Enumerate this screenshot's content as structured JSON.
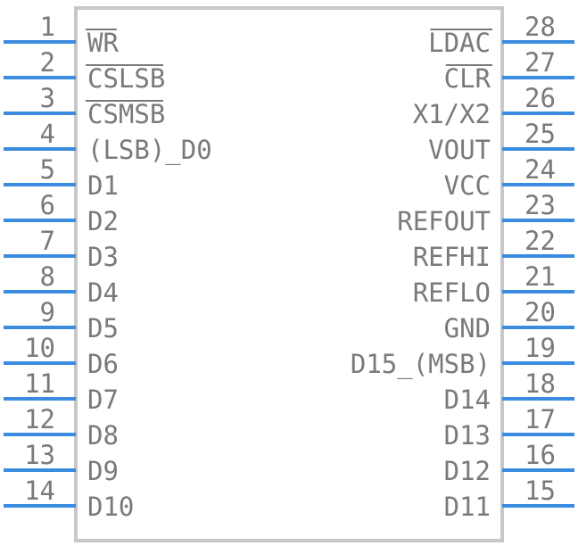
{
  "component": {
    "left_pins": [
      {
        "number": "1",
        "label": "WR",
        "active_low": true
      },
      {
        "number": "2",
        "label": "CSLSB",
        "active_low": true
      },
      {
        "number": "3",
        "label": "CSMSB",
        "active_low": true
      },
      {
        "number": "4",
        "label": "(LSB)_D0",
        "active_low": false
      },
      {
        "number": "5",
        "label": "D1",
        "active_low": false
      },
      {
        "number": "6",
        "label": "D2",
        "active_low": false
      },
      {
        "number": "7",
        "label": "D3",
        "active_low": false
      },
      {
        "number": "8",
        "label": "D4",
        "active_low": false
      },
      {
        "number": "9",
        "label": "D5",
        "active_low": false
      },
      {
        "number": "10",
        "label": "D6",
        "active_low": false
      },
      {
        "number": "11",
        "label": "D7",
        "active_low": false
      },
      {
        "number": "12",
        "label": "D8",
        "active_low": false
      },
      {
        "number": "13",
        "label": "D9",
        "active_low": false
      },
      {
        "number": "14",
        "label": "D10",
        "active_low": false
      }
    ],
    "right_pins": [
      {
        "number": "28",
        "label": "LDAC",
        "active_low": true
      },
      {
        "number": "27",
        "label": "CLR",
        "active_low": true
      },
      {
        "number": "26",
        "label": "X1/X2",
        "active_low": false
      },
      {
        "number": "25",
        "label": "VOUT",
        "active_low": false
      },
      {
        "number": "24",
        "label": "VCC",
        "active_low": false
      },
      {
        "number": "23",
        "label": "REFOUT",
        "active_low": false
      },
      {
        "number": "22",
        "label": "REFHI",
        "active_low": false
      },
      {
        "number": "21",
        "label": "REFLO",
        "active_low": false
      },
      {
        "number": "20",
        "label": "GND",
        "active_low": false
      },
      {
        "number": "19",
        "label": "D15_(MSB)",
        "active_low": false
      },
      {
        "number": "18",
        "label": "D14",
        "active_low": false
      },
      {
        "number": "17",
        "label": "D13",
        "active_low": false
      },
      {
        "number": "16",
        "label": "D12",
        "active_low": false
      },
      {
        "number": "15",
        "label": "D11",
        "active_low": false
      }
    ],
    "colors": {
      "pin_line": "#3b8be0",
      "text": "#7a7a7a",
      "body_outline": "#c8c8c8"
    }
  }
}
